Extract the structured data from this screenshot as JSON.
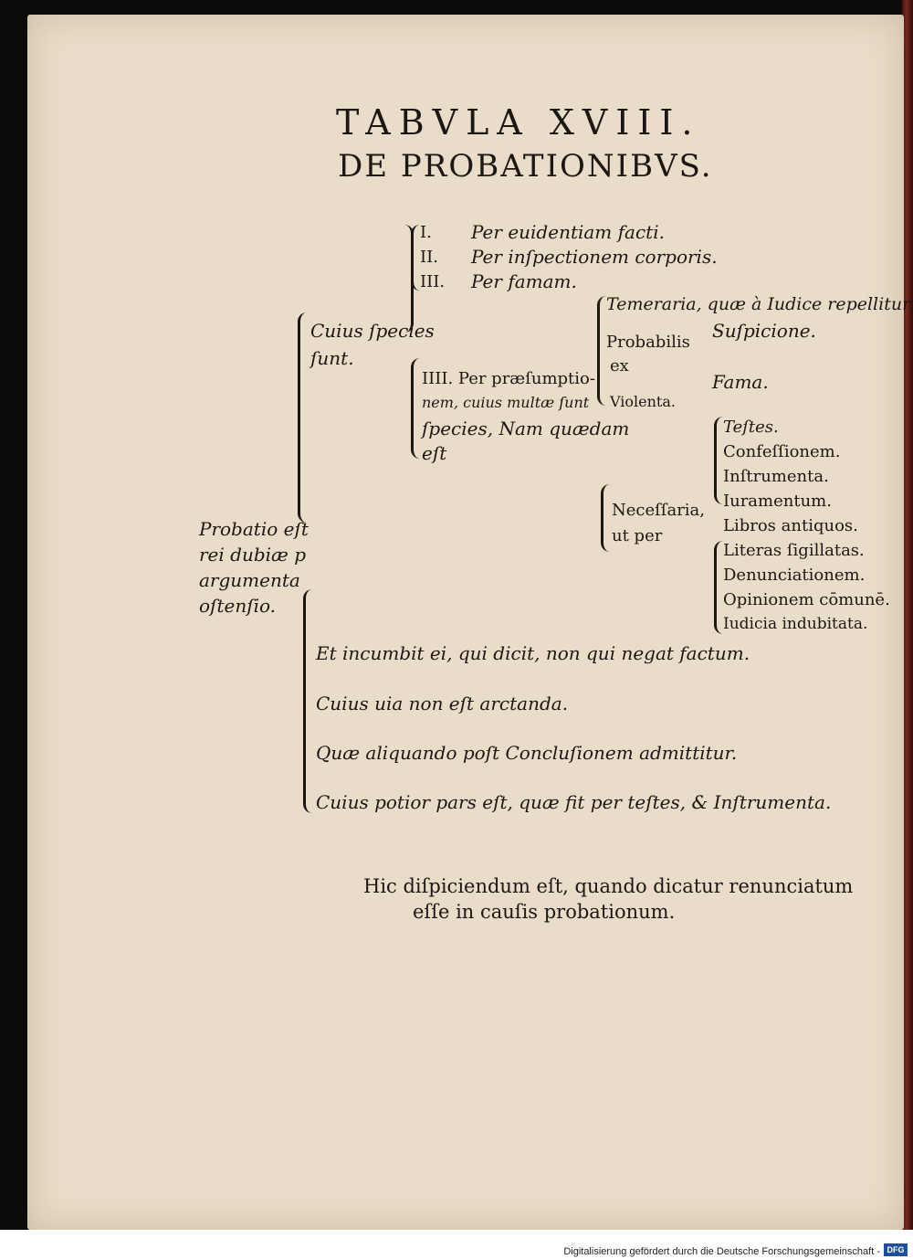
{
  "header": {
    "title": "TABVLA XVIII.",
    "subtitle": "DE PROBATIONIBVS."
  },
  "root": {
    "line1": "Probatio eſt",
    "line2": "rei dubiæ p",
    "line3": "argumenta",
    "line4": "oſtenſio."
  },
  "species": {
    "label1": "Cuius ſpecies",
    "label2": "ſunt.",
    "items": [
      {
        "num": "I.",
        "text": "Per euidentiam facti."
      },
      {
        "num": "II.",
        "text": "Per inſpectionem corporis."
      },
      {
        "num": "III.",
        "text": "Per famam."
      }
    ]
  },
  "praesumptio": {
    "line1": "IIII. Per præſumptio-",
    "line2": "nem, cuius multæ ſunt",
    "line3": "ſpecies, Nam quædam",
    "line4": "eſt"
  },
  "kinds": {
    "temeraria": "Temeraria, quæ à Iudice repellitur.",
    "probabilis": "Probabilis",
    "ex": "ex",
    "violenta": "Violenta.",
    "suspicione": "Suſpicione.",
    "fama": "Fama.",
    "necessaria1": "Neceſſaria,",
    "necessaria2": "ut per"
  },
  "means": [
    "Teſtes.",
    "Confeſſionem.",
    "Inſtrumenta.",
    "Iuramentum.",
    "Libros antiquos.",
    "Literas ſigillatas.",
    "Denunciationem.",
    "Opinionem cōmunē.",
    "Iudicia indubitata."
  ],
  "notes": [
    "Et incumbit ei, qui dicit, non qui negat factum.",
    "Cuius uia non eſt arctanda.",
    "Quæ aliquando poſt Concluſionem admittitur.",
    "Cuius potior pars eſt, quæ fit per teſtes, & Inſtrumenta."
  ],
  "footnote": {
    "line1": "Hic diſpiciendum eſt, quando dicatur renunciatum",
    "line2": "eſſe in cauſis probationum."
  },
  "footer": {
    "credit": "Digitalisierung gefördert durch die Deutsche Forschungsgemeinschaft -",
    "logo": "DFG"
  }
}
